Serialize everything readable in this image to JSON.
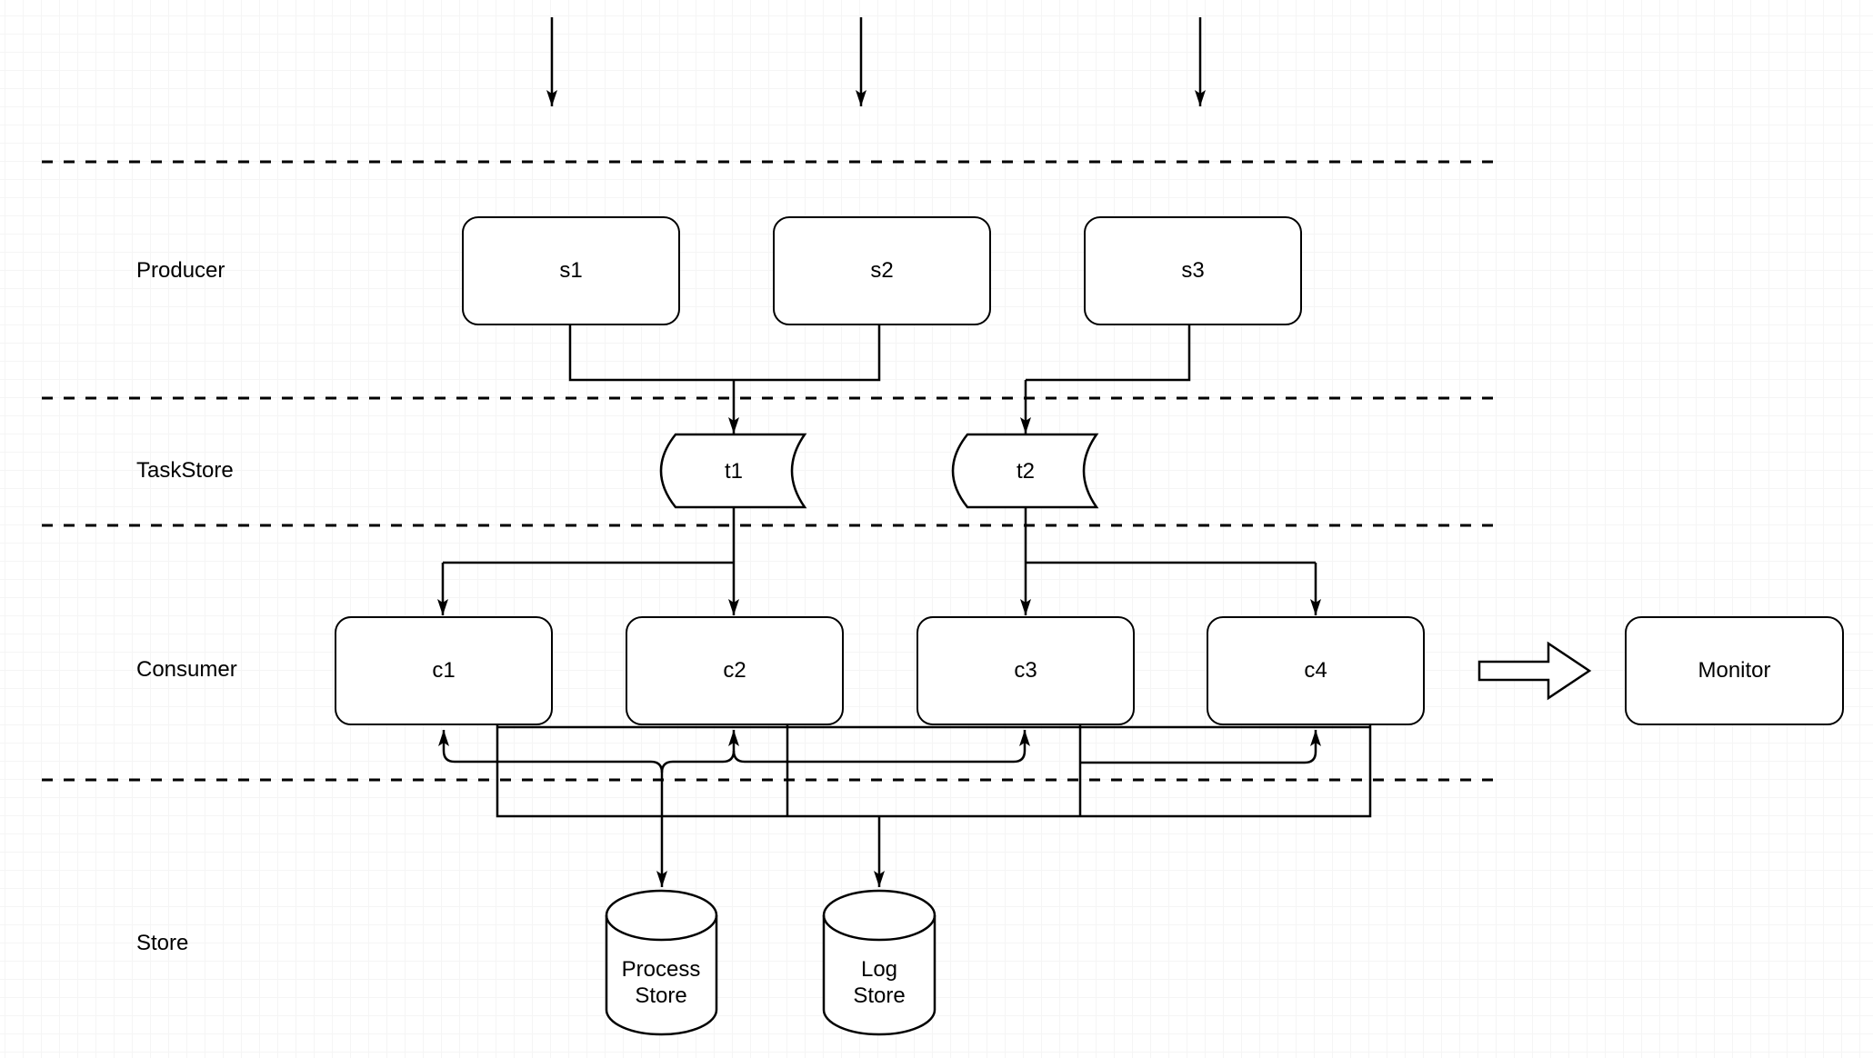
{
  "diagram": {
    "lanes": [
      {
        "label": "Producer"
      },
      {
        "label": "TaskStore"
      },
      {
        "label": "Consumer"
      },
      {
        "label": "Store"
      }
    ],
    "producers": [
      {
        "label": "s1"
      },
      {
        "label": "s2"
      },
      {
        "label": "s3"
      }
    ],
    "task_stores": [
      {
        "label": "t1"
      },
      {
        "label": "t2"
      }
    ],
    "consumers": [
      {
        "label": "c1"
      },
      {
        "label": "c2"
      },
      {
        "label": "c3"
      },
      {
        "label": "c4"
      }
    ],
    "monitor": {
      "label": "Monitor"
    },
    "stores": [
      {
        "line1": "Process",
        "line2": "Store"
      },
      {
        "line1": "Log",
        "line2": "Store"
      }
    ],
    "colors": {
      "stroke": "#000000",
      "shape_fill": "#ffffff",
      "grid_minor": "#f5f5f5",
      "grid_major": "#e6e6e6"
    }
  }
}
